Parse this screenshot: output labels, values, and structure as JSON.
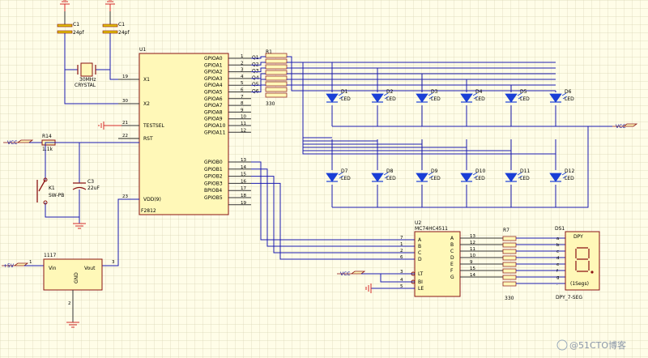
{
  "title": "",
  "colors": {
    "wire": "#1b1bb0",
    "body": "#8a1212",
    "fill": "#fff8b8",
    "led": "#1a3fd6",
    "gnd": "#d42a2a",
    "grid": "#d9d5b5"
  },
  "crystal": {
    "ref": "CRYSTAL",
    "freq": "30MHz"
  },
  "caps": [
    {
      "ref": "C1",
      "value": "24pf"
    },
    {
      "ref": "C1",
      "value": "24pf"
    }
  ],
  "mcu": {
    "ref": "U1",
    "name": "F2812",
    "left_pins": [
      {
        "num": "19",
        "name": "X1"
      },
      {
        "num": "30",
        "name": "X2"
      },
      {
        "num": "21",
        "name": "TESTSEL"
      },
      {
        "num": "22",
        "name": "RST"
      },
      {
        "num": "23",
        "name": "VDD(9)"
      }
    ],
    "right_a": [
      {
        "name": "GPIOA0",
        "num": "1"
      },
      {
        "name": "GPIOA1",
        "num": "2"
      },
      {
        "name": "GPIOA2",
        "num": "3"
      },
      {
        "name": "GPIOA3",
        "num": "4"
      },
      {
        "name": "GPIOA4",
        "num": "5"
      },
      {
        "name": "GPIOA5",
        "num": "6"
      },
      {
        "name": "GPIOA6",
        "num": "7"
      },
      {
        "name": "GPIOA7",
        "num": "8"
      },
      {
        "name": "GPIOA8",
        "num": "9"
      },
      {
        "name": "GPIOA9",
        "num": "10"
      },
      {
        "name": "GPIOA10",
        "num": "11"
      },
      {
        "name": "GPIOA11",
        "num": "12"
      }
    ],
    "right_b": [
      {
        "name": "GPIOB0",
        "num": "13"
      },
      {
        "name": "GPIOB1",
        "num": "14"
      },
      {
        "name": "GPIOB2",
        "num": "15"
      },
      {
        "name": "GPIOB3",
        "num": "16"
      },
      {
        "name": "BPIOB4",
        "num": "17"
      },
      {
        "name": "GPIOB5",
        "num": "18"
      },
      {
        "name": "",
        "num": "19"
      }
    ]
  },
  "q_labels": [
    "Q1",
    "Q2",
    "Q3",
    "Q4",
    "Q5",
    "Q6"
  ],
  "r1": {
    "ref": "R1",
    "value": "330"
  },
  "leds_top": [
    "D1",
    "D2",
    "D3",
    "D4",
    "D5",
    "D6"
  ],
  "leds_bottom": [
    "D7",
    "D8",
    "D9",
    "D10",
    "D11",
    "D12"
  ],
  "led_label": "LED",
  "vcc": "VCC",
  "r14": {
    "ref": "R14",
    "value": "1.1k"
  },
  "c3": {
    "ref": "C3",
    "value": "22uF"
  },
  "k1": {
    "ref": "K1",
    "value": "SW-PB"
  },
  "reg": {
    "ref": "1117",
    "in": "Vin",
    "out": "Vout",
    "gnd": "GND",
    "pin_in": "1",
    "pin_out": "3",
    "pin_gnd": "2"
  },
  "plus5": "+5V",
  "decoder": {
    "ref": "U2",
    "name": "MC74HC4511",
    "inputs": [
      {
        "num": "7",
        "name": "A"
      },
      {
        "num": "1",
        "name": "B"
      },
      {
        "num": "2",
        "name": "C"
      },
      {
        "num": "6",
        "name": "D"
      }
    ],
    "controls": [
      {
        "num": "3",
        "name": "LT"
      },
      {
        "num": "4",
        "name": "BI"
      },
      {
        "num": "5",
        "name": "LE"
      }
    ],
    "outputs": [
      {
        "name": "A",
        "num": "13"
      },
      {
        "name": "B",
        "num": "12"
      },
      {
        "name": "C",
        "num": "11"
      },
      {
        "name": "D",
        "num": "10"
      },
      {
        "name": "E",
        "num": "9"
      },
      {
        "name": "F",
        "num": "15"
      },
      {
        "name": "G",
        "num": "14"
      }
    ]
  },
  "r7": {
    "ref": "R7",
    "value": "330"
  },
  "seg_pins": [
    "a",
    "b",
    "c",
    "d",
    "e",
    "f",
    "g",
    "."
  ],
  "ds1": {
    "ref": "DS1",
    "part": "DPY_7-SEG",
    "top": "DPY",
    "inner": "(1Segs)"
  },
  "watermark": "@51CTO博客"
}
